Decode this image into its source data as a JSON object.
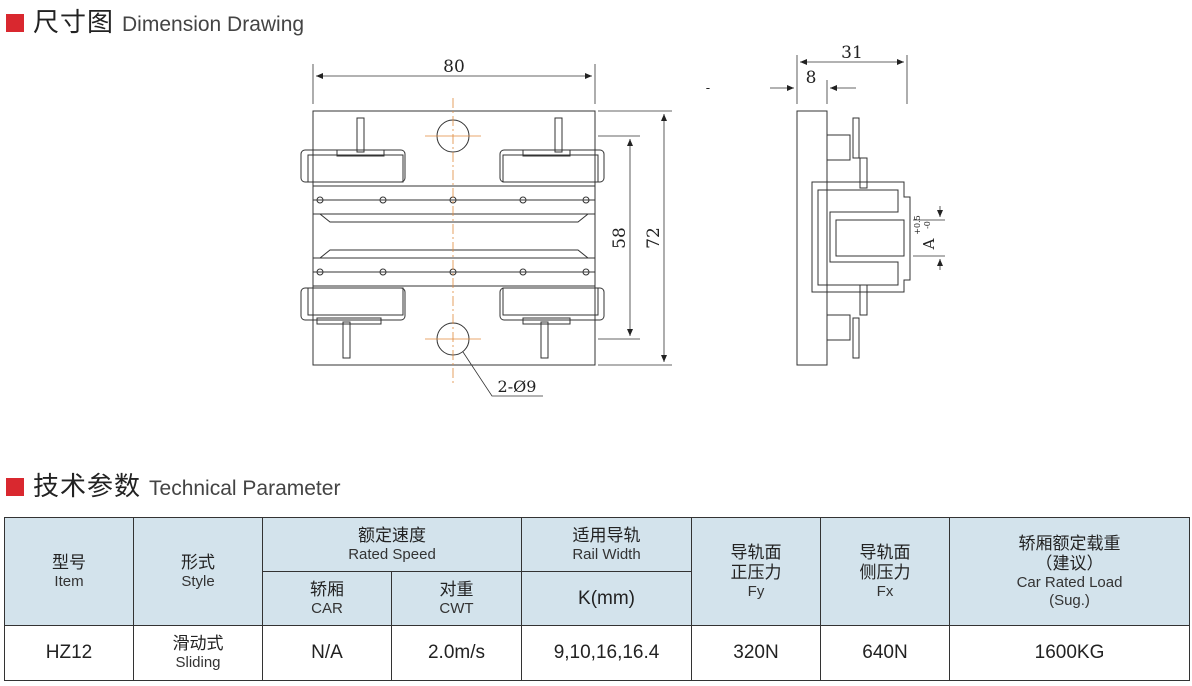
{
  "dimension_section": {
    "title_cn": "尺寸图",
    "title_en": "Dimension Drawing"
  },
  "drawing": {
    "dim_width": "80",
    "dim_inner_height": "58",
    "dim_outer_height": "72",
    "dim_hole": "2-Ø9",
    "dim_side_width": "31",
    "dim_side_offset": "8",
    "dim_a_label": "A",
    "dim_a_tol_plus": "+0.5",
    "dim_a_tol_minus": "-0",
    "stray_mark": "-"
  },
  "tech_section": {
    "title_cn": "技术参数",
    "title_en": "Technical Parameter"
  },
  "table": {
    "h_item_cn": "型号",
    "h_item_en": "Item",
    "h_style_cn": "形式",
    "h_style_en": "Style",
    "h_speed_cn": "额定速度",
    "h_speed_en": "Rated Speed",
    "h_car_cn": "轿厢",
    "h_car_en": "CAR",
    "h_cwt_cn": "对重",
    "h_cwt_en": "CWT",
    "h_rail_cn": "适用导轨",
    "h_rail_en": "Rail Width",
    "h_rail_unit": "K(mm)",
    "h_fy_cn1": "导轨面",
    "h_fy_cn2": "正压力",
    "h_fy_en": "Fy",
    "h_fx_cn1": "导轨面",
    "h_fx_cn2": "侧压力",
    "h_fx_en": "Fx",
    "h_load_cn1": "轿厢额定载重",
    "h_load_cn2": "（建议）",
    "h_load_en1": "Car Rated Load",
    "h_load_en2": "(Sug.)",
    "row": {
      "item": "HZ12",
      "style_cn": "滑动式",
      "style_en": "Sliding",
      "car": "N/A",
      "cwt": "2.0m/s",
      "rail": "9,10,16,16.4",
      "fy": "320N",
      "fx": "640N",
      "load": "1600KG"
    }
  }
}
